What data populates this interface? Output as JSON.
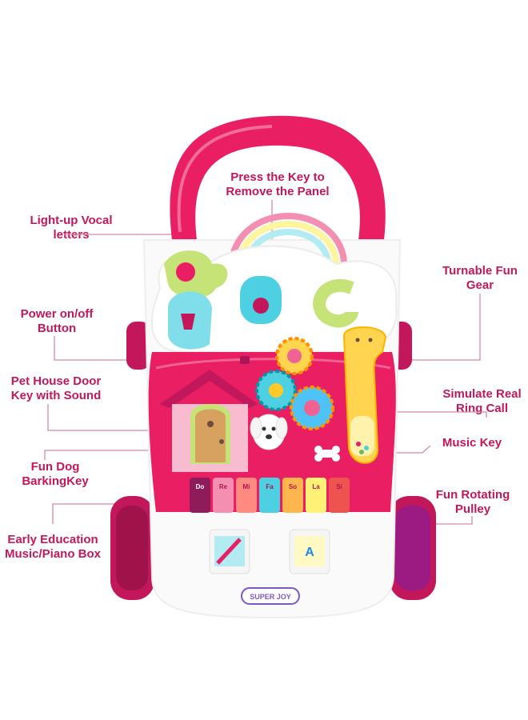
{
  "labels": {
    "press_key_1": "Press the Key to",
    "press_key_2": "Remove the Panel",
    "light_up_1": "Light-up Vocal",
    "light_up_2": "letters",
    "power_1": "Power on/off",
    "power_2": "Button",
    "pet_house_1": "Pet House Door",
    "pet_house_2": "Key with Sound",
    "fun_dog_1": "Fun Dog",
    "fun_dog_2": "BarkingKey",
    "early_edu_1": "Early Education",
    "early_edu_2": "Music/Piano Box",
    "gear_1": "Turnable Fun",
    "gear_2": "Gear",
    "ring_1": "Simulate Real",
    "ring_2": "Ring Call",
    "music_key": "Music Key",
    "pulley_1": "Fun Rotating",
    "pulley_2": "Pulley"
  },
  "product": {
    "brand": "SUPER JOY",
    "piano_keys": [
      "Do",
      "Re",
      "Mi",
      "Fa",
      "So",
      "La",
      "Si"
    ],
    "piano_colors": [
      "#8e1b5a",
      "#f48fb1",
      "#ff8a80",
      "#4dd0e1",
      "#ffb74d",
      "#fff176",
      "#ef5350"
    ],
    "letter_a": "a",
    "letter_b": "b",
    "letter_c": "c",
    "pulley_letter": "A"
  },
  "colors": {
    "accent": "#c2185b",
    "toy_pink": "#e91e63",
    "leader_line": "#d48aa5"
  }
}
